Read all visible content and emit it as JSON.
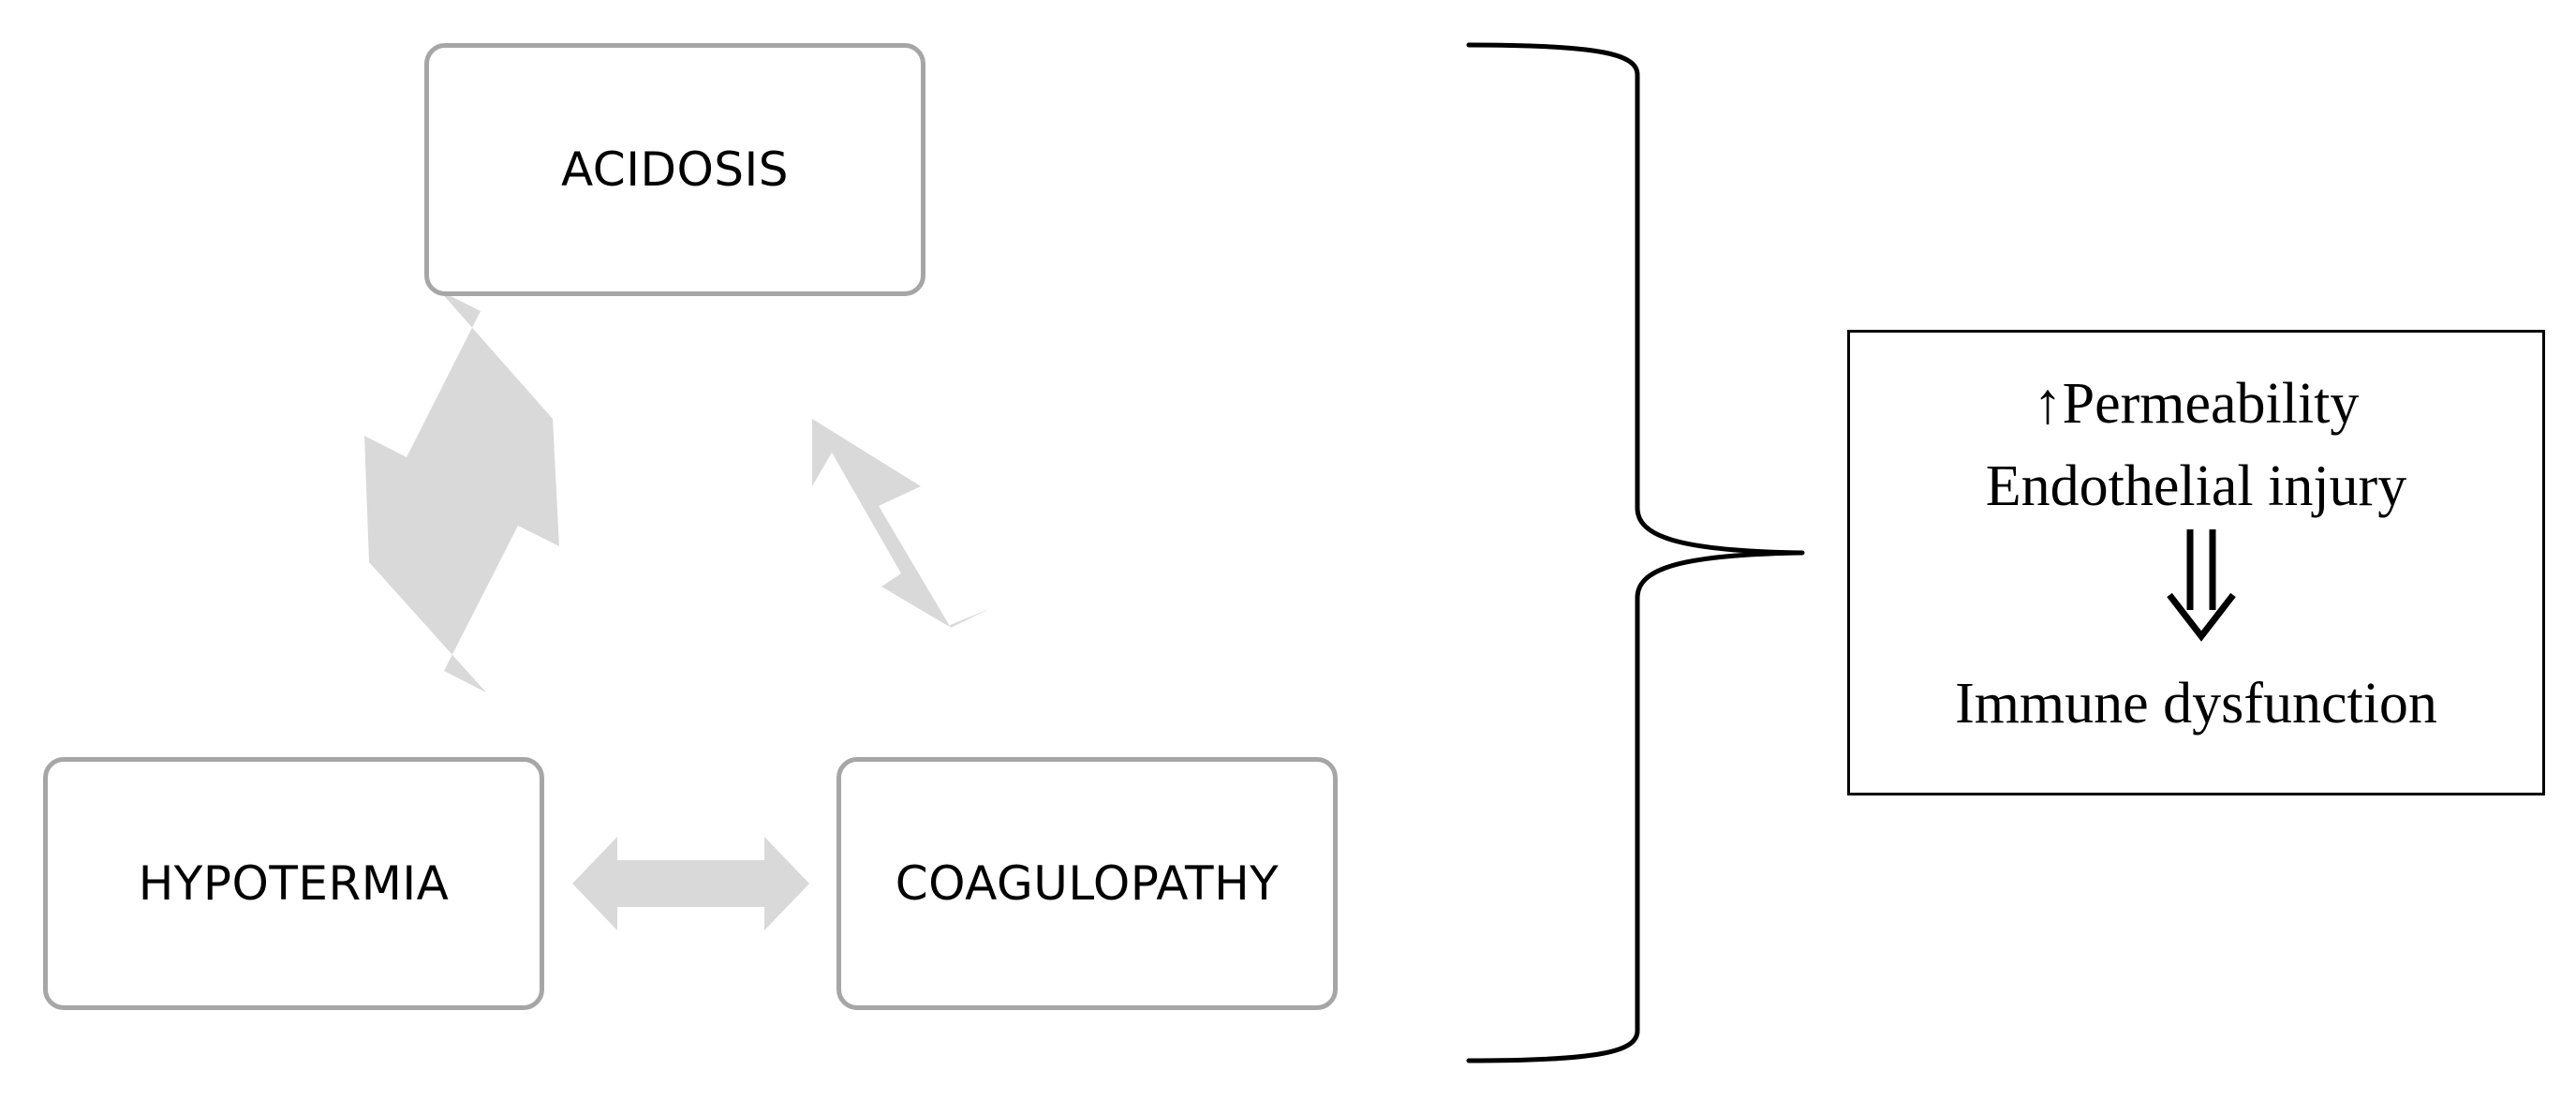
{
  "nodes": {
    "acidosis": "ACIDOSIS",
    "hypotermia": "HYPOTERMIA",
    "coagulopathy": "COAGULOPATHY"
  },
  "outcome": {
    "up_arrow_glyph": "↑",
    "line_1": "Permeability",
    "line_2": "Endothelial injury",
    "line_3": "Immune dysfunction"
  },
  "icons": {
    "cycle_arrows": "bidirectional-arrow-icon",
    "group_brace": "curly-brace-icon",
    "result_arrow": "double-arrow-down-icon"
  },
  "colors": {
    "node_border": "#a6a6a6",
    "cycle_arrow_fill": "#d9d9d9",
    "text": "#000000",
    "outcome_border": "#000000"
  }
}
